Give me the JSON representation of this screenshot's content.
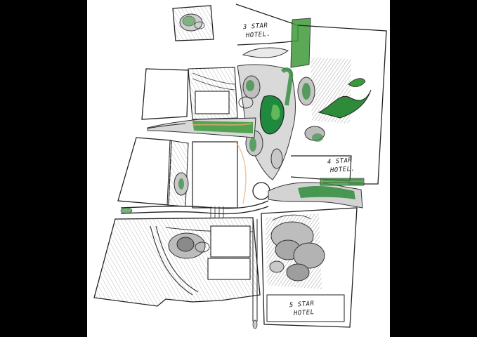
{
  "sketch": {
    "labels": {
      "hotel_3_line1": "3 STAR",
      "hotel_3_line2": "HOTEL.",
      "hotel_4_line1": "4 STAR",
      "hotel_4_line2": "HOTEL.",
      "hotel_5_line1": "5 STAR",
      "hotel_5_line2": "HOTEL"
    },
    "colors": {
      "background_bars": "#000000",
      "paper": "#ffffff",
      "ink": "#2a2a2a",
      "green": "#2e8b3a",
      "green_light": "#6fbf5a",
      "grey_hatch": "#c9c9c9",
      "orange_path": "#e8a56a"
    }
  }
}
